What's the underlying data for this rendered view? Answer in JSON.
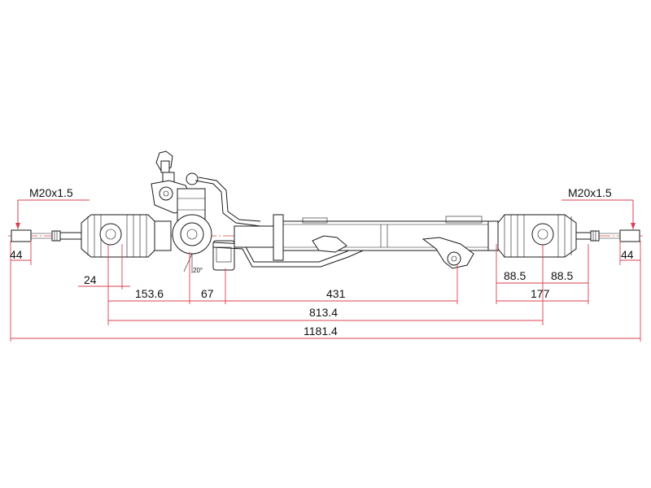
{
  "thread_left": "M20x1.5",
  "thread_right": "M20x1.5",
  "angle_label": "20°",
  "dims": {
    "tie_rod_end_left": "44",
    "tie_rod_end_right": "44",
    "offset_left": "24",
    "boot_to_pinion": "153.6",
    "pinion_offset": "67",
    "pinion_to_right": "431",
    "right_a": "88.5",
    "right_b": "88.5",
    "right_total": "177",
    "rack_length": "813.4",
    "overall_length": "1181.4"
  },
  "colors": {
    "dimension": "#d9414f",
    "outline": "#1a1a1a",
    "background": "#ffffff"
  }
}
